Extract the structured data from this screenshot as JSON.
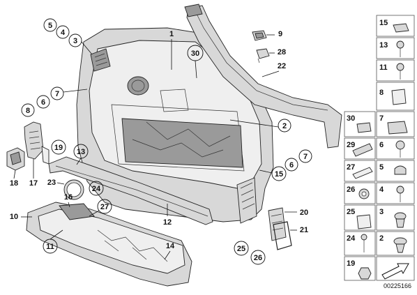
{
  "diagram": {
    "callouts": {
      "c1": "1",
      "c2": "2",
      "c3": "3",
      "c4": "4",
      "c5": "5",
      "c6": "6",
      "c6b": "6",
      "c7": "7",
      "c7b": "7",
      "c8": "8",
      "c9": "9",
      "c10": "10",
      "c11": "11",
      "c12": "12",
      "c13": "13",
      "c14": "14",
      "c15": "15",
      "c16": "16",
      "c17": "17",
      "c18": "18",
      "c19": "19",
      "c20": "20",
      "c21": "21",
      "c22": "22",
      "c23": "23",
      "c24": "24",
      "c25": "25",
      "c26": "26",
      "c27": "27",
      "c28": "28",
      "c30": "30"
    },
    "legend": {
      "r1a": "15",
      "r2a": "13",
      "r3a": "11",
      "r4a": "8",
      "r5a": "30",
      "r5b": "7",
      "r6a": "29",
      "r6b": "6",
      "r7a": "27",
      "r7b": "5",
      "r8a": "26",
      "r8b": "4",
      "r9a": "25",
      "r9b": "3",
      "r10a": "24",
      "r10b": "2",
      "r11a": "19"
    },
    "document_id": "00225166"
  }
}
